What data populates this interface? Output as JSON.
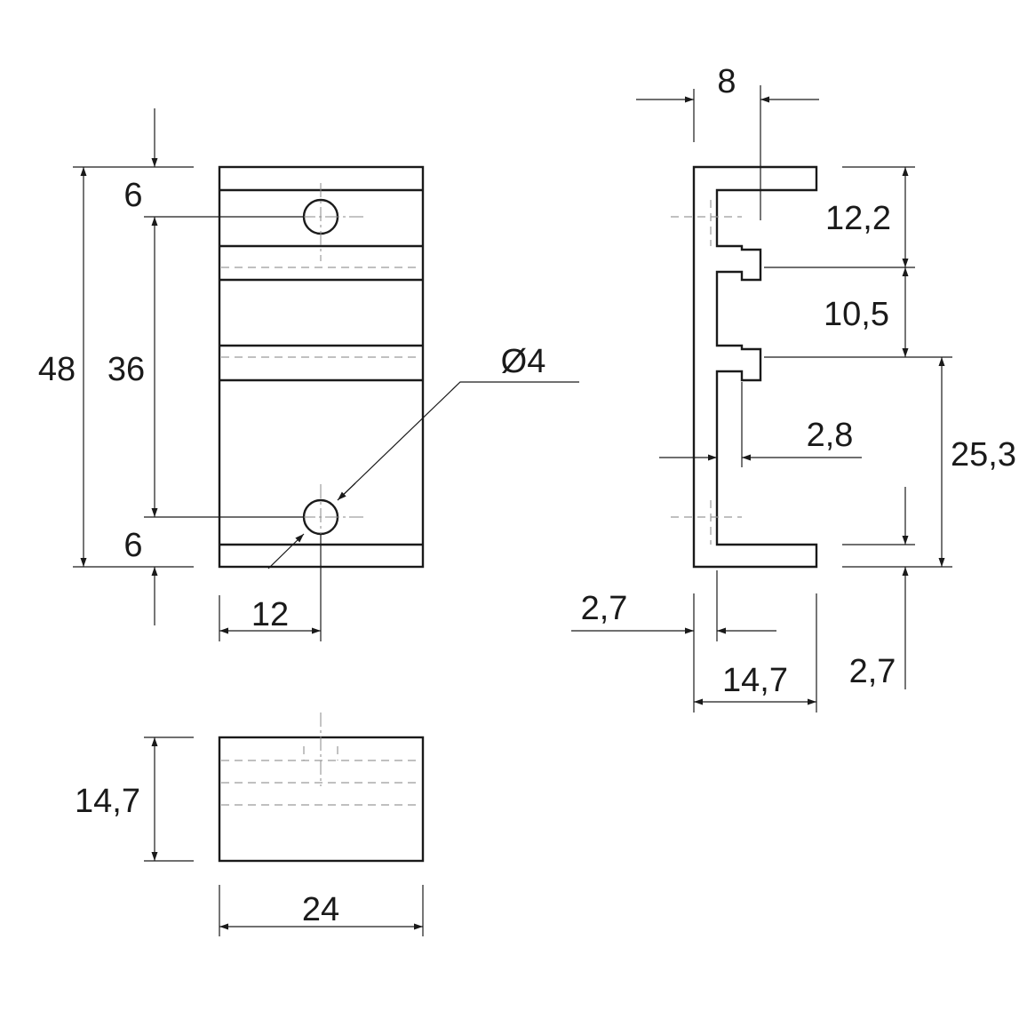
{
  "front_view": {
    "dim_top_offset": "6",
    "dim_hole_spacing": "36",
    "dim_total_height": "48",
    "dim_bottom_offset": "6",
    "dim_hole_diameter": "Ø4",
    "dim_hole_x": "12"
  },
  "side_view": {
    "dim_top_width": "8",
    "dim_upper_slot": "12,2",
    "dim_mid_slot": "10,5",
    "dim_lower_gap": "25,3",
    "dim_rib_thickness": "2,8",
    "dim_back_wall": "2,7",
    "dim_bottom_flange": "2,7",
    "dim_depth": "14,7"
  },
  "top_view": {
    "dim_depth": "14,7",
    "dim_width": "24"
  }
}
